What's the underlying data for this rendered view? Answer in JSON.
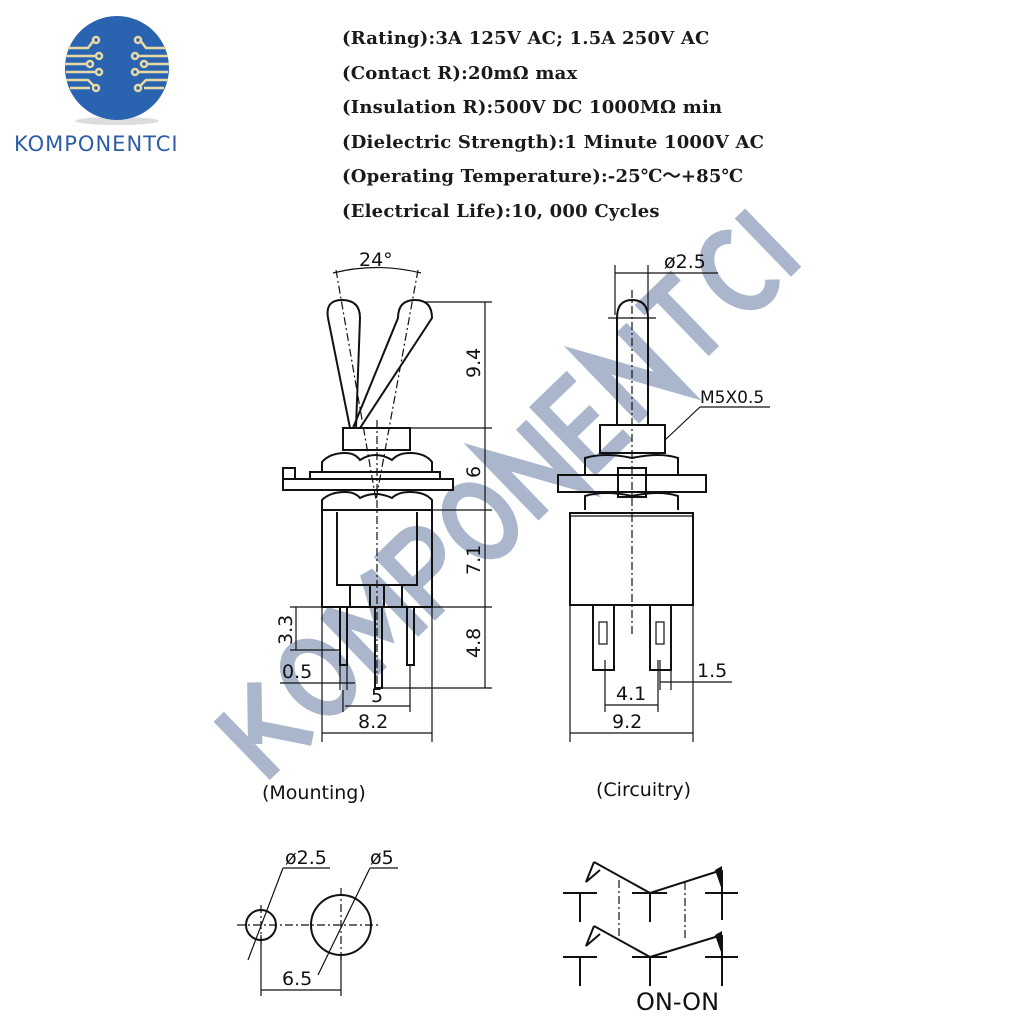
{
  "logo": {
    "brand": "KOMPONENTCI",
    "colors": {
      "circle": "#2a64b0",
      "traces": "#e8d9a6",
      "text": "#2c5ea8"
    }
  },
  "watermark": "KOMPONENTCI",
  "specs": [
    "(Rating):3A 125V AC; 1.5A 250V AC",
    "(Contact R):20mΩ max",
    "(Insulation R):500V DC 1000MΩ min",
    "(Dielectric Strength):1 Minute 1000V AC",
    "(Operating Temperature):-25℃～+85℃",
    "(Electrical Life):10, 000 Cycles"
  ],
  "front_view": {
    "angle": "24°",
    "lever_height": "9.4",
    "bushing": "6",
    "body": "7.1",
    "pins": "4.8",
    "pin_offset": "3.3",
    "pin_thickness": "0.5",
    "pin_pitch": "5",
    "width": "8.2"
  },
  "side_view": {
    "lever_diameter": "ø2.5",
    "thread": "M5X0.5",
    "terminal_width": "1.5",
    "terminal_pitch": "4.1",
    "width": "9.2"
  },
  "mounting": {
    "title": "(Mounting)",
    "small_hole": "ø2.5",
    "large_hole": "ø5",
    "spacing": "6.5"
  },
  "circuitry": {
    "title": "(Circuitry)",
    "type": "ON-ON"
  }
}
